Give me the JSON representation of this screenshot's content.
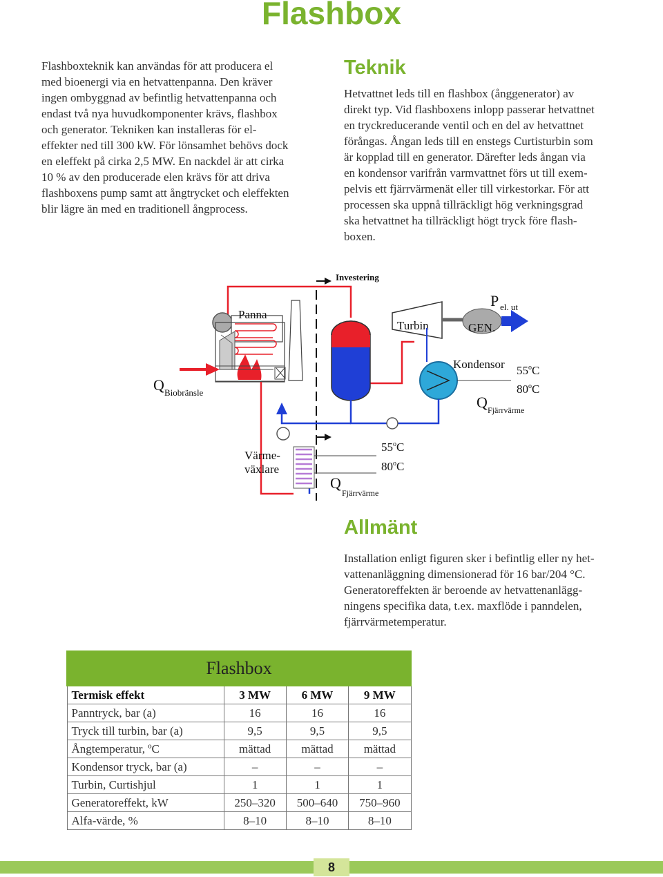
{
  "header": {
    "title": "Flashbox"
  },
  "intro": {
    "lines": [
      "Flashboxteknik kan användas för att producera el",
      "med bioenergi via en hetvattenpanna. Den kräver",
      "ingen ombyggnad av befintlig hetvattenpanna och",
      "endast två nya huvudkomponenter krävs,  flashbox",
      "och generator.  Tekniken kan installeras för el-",
      "effekter ned till 300 kW. För lönsamhet behövs dock",
      "en eleffekt på cirka 2,5 MW. En nackdel är att cirka",
      "10 % av den producerade elen krävs för att driva",
      "flashboxens pump samt att ångtrycket och eleffekten",
      "blir lägre än med en traditionell ångprocess."
    ]
  },
  "teknik": {
    "heading": "Teknik",
    "lines": [
      "Hetvattnet leds till en flashbox (ånggenerator) av",
      "direkt typ. Vid flashboxens inlopp passerar hetvattnet",
      "en tryckreducerande ventil och en del av hetvattnet",
      "förångas. Ångan leds till en enstegs Curtisturbin som",
      "är kopplad till en generator. Därefter leds ångan via",
      "en kondensor varifrån varmvattnet förs ut till exem-",
      "pelvis ett fjärrvärmenät eller till virkestorkar. För att",
      "processen ska uppnå tillräckligt hög verkningsgrad",
      "ska hetvattnet ha tillräckligt högt tryck före flash-",
      "boxen."
    ]
  },
  "diagram": {
    "investering": "Investering",
    "panna": "Panna",
    "turbin": "Turbin",
    "gen": "GEN.",
    "p_main": "P",
    "p_sub": "el. ut",
    "kondensor": "Kondensor",
    "q_main": "Q",
    "q_bio_sub": "Biobränsle",
    "q_fjarr_sub": "Fjärrvärme",
    "temp_55": "55",
    "temp_80": "80",
    "deg_sup": "o",
    "celsius": "C",
    "varme1": "Värme-",
    "varme2": "växlare",
    "colors": {
      "hot": "#e8202a",
      "cold": "#1f3fd6",
      "green": "#7ab32e"
    }
  },
  "allmant": {
    "heading": "Allmänt",
    "lines": [
      "Installation enligt figuren sker i befintlig eller ny het-",
      "vattenanläggning dimensionerad för 16 bar/204 °C.",
      "Generatoreffekten är beroende av hetvattenanlägg-",
      "ningens specifika data, t.ex. maxflöde i panndelen,",
      "fjärrvärmetemperatur."
    ]
  },
  "table": {
    "caption": "Flashbox",
    "header": [
      "Termisk effekt",
      "3 MW",
      "6 MW",
      "9 MW"
    ],
    "rows": [
      [
        "Panntryck, bar (a)",
        "16",
        "16",
        "16"
      ],
      [
        "Tryck till turbin, bar (a)",
        "9,5",
        "9,5",
        "9,5"
      ],
      [
        "Ångtemperatur, ºC",
        "mättad",
        "mättad",
        "mättad"
      ],
      [
        "Kondensor tryck, bar (a)",
        "–",
        "–",
        "–"
      ],
      [
        "Turbin, Curtishjul",
        "1",
        "1",
        "1"
      ],
      [
        "Generatoreffekt, kW",
        "250–320",
        "500–640",
        "750–960"
      ],
      [
        "Alfa-värde, %",
        "8–10",
        "8–10",
        "8–10"
      ]
    ]
  },
  "footer": {
    "page_number": "8"
  }
}
